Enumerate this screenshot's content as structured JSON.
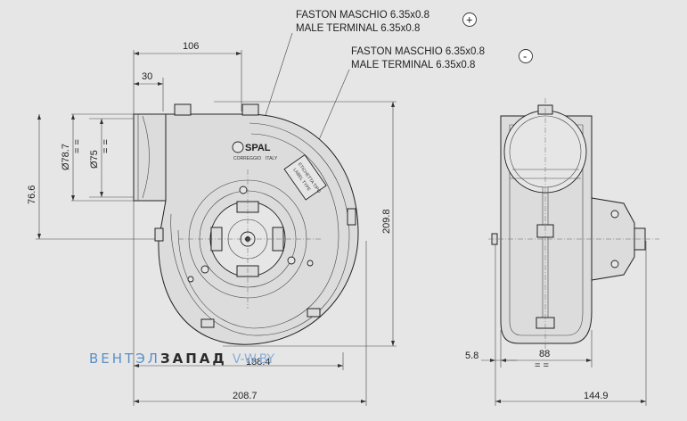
{
  "terminals": {
    "plus": {
      "line1": "FASTON MASCHIO 6.35x0.8",
      "line2": "MALE TERMINAL 6.35x0.8",
      "symbol": "+"
    },
    "minus": {
      "line1": "FASTON MASCHIO 6.35x0.8",
      "line2": "MALE TERMINAL 6.35x0.8",
      "symbol": "-"
    }
  },
  "dimensions": {
    "d106": "106",
    "d30": "30",
    "d78_7": "Ø78.7",
    "d75": "Ø75",
    "d76_6": "76.6",
    "d209_8": "209.8",
    "d188_4": "188.4",
    "d208_7": "208.7",
    "d5_8": "5.8",
    "d88": "88",
    "d144_9": "144.9",
    "eq": "= ="
  },
  "label": {
    "brand": "SPAL",
    "city": "CORREGGIO",
    "country": "ITALY",
    "sticker_line1": "ETICHETTA TIPO",
    "sticker_line2": "LABEL TYPE"
  },
  "watermark": {
    "part1": "ВЕНТЭЛ",
    "part2": "ЗАПАД",
    "part3": "V-W.BY"
  },
  "colors": {
    "blue": "#5a8fc9",
    "dark": "#2b2b2b",
    "light": "#8aaed6",
    "background": "#e6e6e6"
  }
}
